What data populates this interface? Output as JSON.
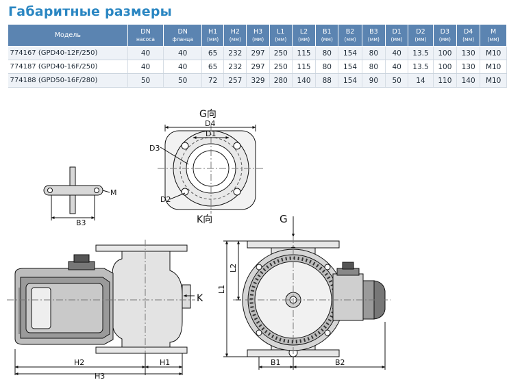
{
  "title": "Габаритные размеры",
  "table": {
    "headers": [
      {
        "label": "Модель",
        "sub": ""
      },
      {
        "label": "DN",
        "sub": "насоса"
      },
      {
        "label": "DN",
        "sub": "фланца"
      },
      {
        "label": "H1",
        "sub": "(мм)"
      },
      {
        "label": "H2",
        "sub": "(мм)"
      },
      {
        "label": "H3",
        "sub": "(мм)"
      },
      {
        "label": "L1",
        "sub": "(мм)"
      },
      {
        "label": "L2",
        "sub": "(мм)"
      },
      {
        "label": "B1",
        "sub": "(мм)"
      },
      {
        "label": "B2",
        "sub": "(мм)"
      },
      {
        "label": "B3",
        "sub": "(мм)"
      },
      {
        "label": "D1",
        "sub": "(мм)"
      },
      {
        "label": "D2",
        "sub": "(мм)"
      },
      {
        "label": "D3",
        "sub": "(мм)"
      },
      {
        "label": "D4",
        "sub": "(мм)"
      },
      {
        "label": "M",
        "sub": "(мм)"
      }
    ],
    "rows": [
      [
        "774167 (GPD40-12F/250)",
        "40",
        "40",
        "65",
        "232",
        "297",
        "250",
        "115",
        "80",
        "154",
        "80",
        "40",
        "13.5",
        "100",
        "130",
        "M10"
      ],
      [
        "774187 (GPD40-16F/250)",
        "40",
        "40",
        "65",
        "232",
        "297",
        "250",
        "115",
        "80",
        "154",
        "80",
        "40",
        "13.5",
        "100",
        "130",
        "M10"
      ],
      [
        "774188 (GPD50-16F/280)",
        "50",
        "50",
        "72",
        "257",
        "329",
        "280",
        "140",
        "88",
        "154",
        "90",
        "50",
        "14",
        "110",
        "140",
        "M10"
      ]
    ]
  },
  "drawing": {
    "labels": {
      "g_view": "G向",
      "k_view": "K向",
      "d4": "D4",
      "d1": "D1",
      "d3": "D3",
      "d2": "D2",
      "m": "M",
      "b3": "B3",
      "g": "G",
      "k": "K",
      "h1": "H1",
      "h2": "H2",
      "h3": "H3",
      "l1": "L1",
      "l2": "L2",
      "b1": "B1",
      "b2": "B2"
    }
  }
}
